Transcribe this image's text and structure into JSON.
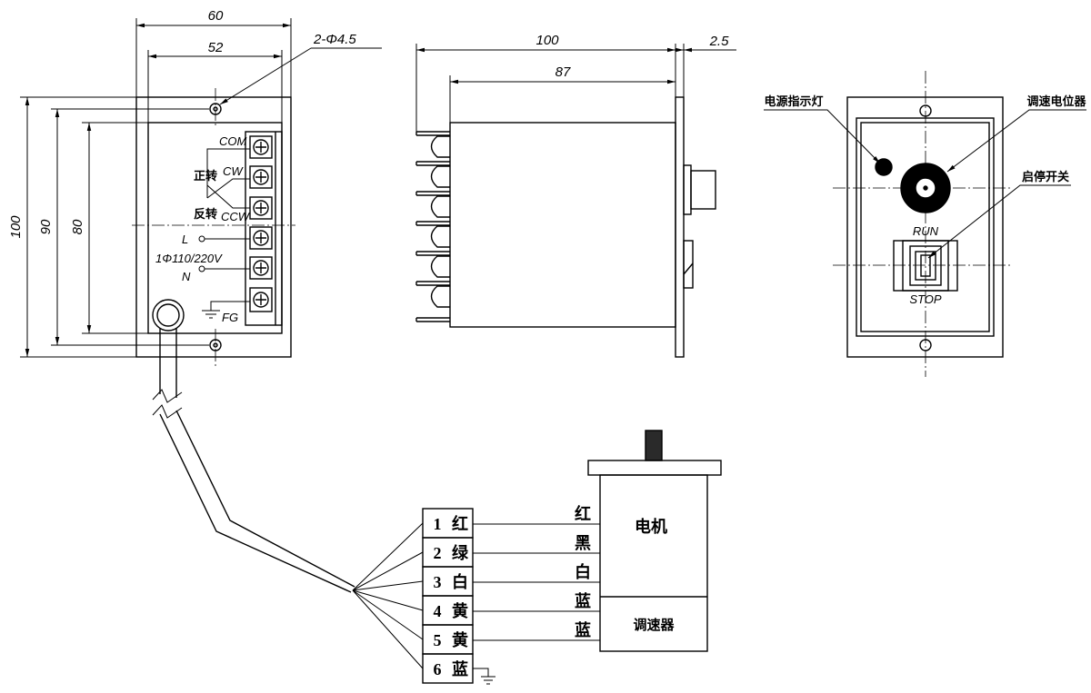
{
  "left_view": {
    "dim_width_outer": "60",
    "dim_width_inner": "52",
    "hole_note": "2-Φ4.5",
    "dim_height_outer": "100",
    "dim_height_holes": "90",
    "dim_height_inner": "80",
    "terminals": {
      "com": "COM",
      "forward": "正转",
      "cw": "CW",
      "reverse": "反转",
      "ccw": "CCW",
      "l": "L",
      "supply": "1Φ110/220V",
      "n": "N",
      "fg": "FG"
    }
  },
  "side_view": {
    "dim_total": "100",
    "dim_body": "87",
    "dim_flange": "2.5"
  },
  "front_view": {
    "power_indicator": "电源指示灯",
    "speed_pot": "调速电位器",
    "start_stop_switch": "启停开关",
    "run": "RUN",
    "stop": "STOP"
  },
  "wiring": {
    "terminal_table": [
      {
        "no": "1",
        "color": "红"
      },
      {
        "no": "2",
        "color": "绿"
      },
      {
        "no": "3",
        "color": "白"
      },
      {
        "no": "4",
        "color": "黄"
      },
      {
        "no": "5",
        "color": "黄"
      },
      {
        "no": "6",
        "color": "蓝"
      }
    ],
    "wire_colors": [
      "红",
      "黑",
      "白",
      "蓝",
      "蓝"
    ],
    "motor_label": "电机",
    "controller_label": "调速器"
  }
}
